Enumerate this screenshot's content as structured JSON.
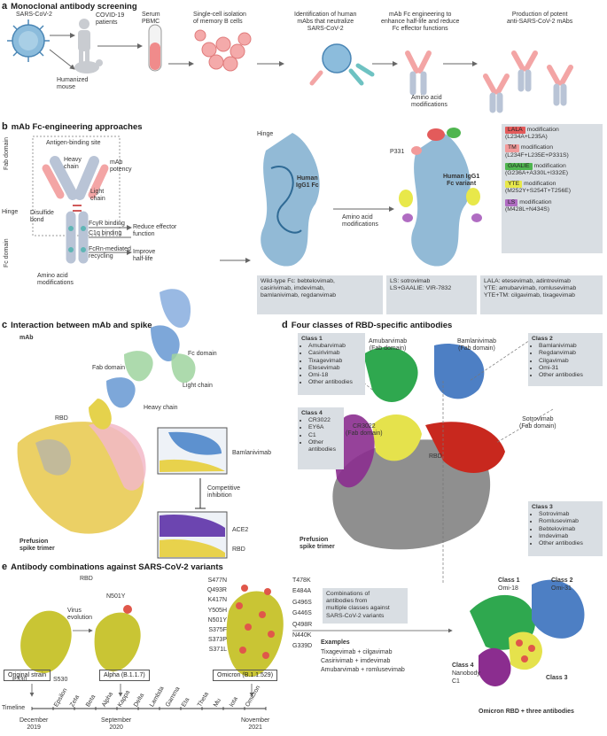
{
  "colors": {
    "virus": "#6ba3c9",
    "heavy_chain": "#b9c4d6",
    "light_chain": "#f3a5a5",
    "box_bg": "#d9dee3",
    "lala": "#e35b5b",
    "tm": "#f29a9a",
    "gaalie": "#4fb54f",
    "yte": "#e8e84a",
    "ls": "#b06cc2",
    "class1": "#2fa84f",
    "class2": "#4d7fc4",
    "class3": "#c8281e",
    "class4": "#8b2d8f",
    "rbd": "#e5e24c",
    "spike_gray": "#8f8f8f"
  },
  "panel_a": {
    "letter": "a",
    "title": "Monoclonal antibody screening",
    "sars": "SARS-CoV-2",
    "patients": "COVID-19\npatients",
    "mouse": "Humanized\nmouse",
    "serum": "Serum\nPBMC",
    "isolation": "Single-cell isolation\nof memory B cells",
    "identification": "Identification of human\nmAbs that neutralize\nSARS-CoV-2",
    "engineering": "mAb Fc engineering to\nenhance half-life and reduce\nFc effector functions",
    "amino": "Amino acid\nmodifications",
    "production": "Production of potent\nanti-SARS-CoV-2 mAbs"
  },
  "panel_b": {
    "letter": "b",
    "title": "mAb Fc-engineering approaches",
    "antigen_site": "Antigen-binding site",
    "fab_domain": "Fab domain",
    "heavy_chain": "Heavy\nchain",
    "mab_potency": "mAb\npotency",
    "light_chain": "Light\nchain",
    "hinge": "Hinge",
    "disulfide": "Disulfide\nbond",
    "fc_domain": "Fc domain",
    "fcyr": "FcγR binding",
    "c1q": "C1q binding",
    "fcrn": "FcRn-mediated\nrecycling",
    "reduce": "Reduce effector\nfunction",
    "improve": "Improve\nhalf-life",
    "amino_left": "Amino acid\nmodifications",
    "hinge2": "Hinge",
    "igg1_fc": "Human\nIgG1 Fc",
    "p331": "P331",
    "igg1_variant": "Human IgG1\nFc variant",
    "amino_mid": "Amino acid\nmodifications",
    "mods": [
      {
        "tag": "LALA",
        "text": " modification",
        "detail": "(L234A+L235A)"
      },
      {
        "tag": "TM",
        "text": " modification",
        "detail": "(L234F+L235E+P331S)"
      },
      {
        "tag": "GAALIE",
        "text": " modification",
        "detail": "(G236A+A330L+I332E)"
      },
      {
        "tag": "YTE",
        "text": " modification",
        "detail": "(M252Y+S254T+T256E)"
      },
      {
        "tag": "LS",
        "text": " modification",
        "detail": "(M428L+N434S)"
      }
    ],
    "wildtype": "Wild-type Fc: bebtelovimab,\ncasirivimab, imdevimab,\nbamlanivimab, regdanvimab",
    "ls_box": "LS: sotrovimab\nLS+GAALIE: VIR-7832",
    "lala_box": "LALA: etesevimab, adintrevimab\nYTE: amubarvimab, romlusevimab\nYTE+TM: cilgavimab, tixagevimab"
  },
  "panel_c": {
    "letter": "c",
    "title": "Interaction between mAb and spike",
    "mab": "mAb",
    "fc_domain": "Fc domain",
    "fab_domain": "Fab domain",
    "light_chain": "Light chain",
    "heavy_chain": "Heavy chain",
    "rbd": "RBD",
    "bamlanivimab": "Bamlanivimab",
    "competitive": "Competitive\ninhibition",
    "ace2": "ACE2",
    "rbd2": "RBD",
    "prefusion": "Prefusion\nspike trimer"
  },
  "panel_d": {
    "letter": "d",
    "title": "Four classes of RBD-specific antibodies",
    "class1": {
      "head": "Class 1",
      "items": [
        "Amubarvimab",
        "Casirivimab",
        "Tixagevimab",
        "Etesevimab",
        "Omi-18",
        "Other antibodies"
      ]
    },
    "class2": {
      "head": "Class 2",
      "items": [
        "Bamlanivimab",
        "Regdanvimab",
        "Cilgavimab",
        "Omi-31",
        "Other antibodies"
      ]
    },
    "class3": {
      "head": "Class 3",
      "items": [
        "Sotrovimab",
        "Romlusevimab",
        "Bebtelovimab",
        "Imdevimab",
        "Other antibodies"
      ]
    },
    "class4": {
      "head": "Class 4",
      "items": [
        "CR3022",
        "EY6A",
        "C1",
        "Other\nantibodies"
      ]
    },
    "amubarvimab": "Amubarvimab\n(Fab domain)",
    "bamlanivimab": "Bamlanivimab\n(Fab domain)",
    "cr3022": "CR3022\n(Fab domain)",
    "sotrovimab": "Sotrovimab\n(Fab domain)",
    "rbd": "RBD",
    "prefusion": "Prefusion\nspike trimer"
  },
  "panel_e": {
    "letter": "e",
    "title": "Antibody combinations against SARS-CoV-2 variants",
    "rbd": "RBD",
    "n501y": "N501Y",
    "virus_evolution": "Virus\nevolution",
    "p330": "P330",
    "s530": "S530",
    "mut_left": [
      "S477N",
      "Q493R",
      "K417N",
      "Y505H",
      "N501Y",
      "S375F",
      "S373P",
      "S371L"
    ],
    "mut_right": [
      "T478K",
      "E484A",
      "G496S",
      "G446S",
      "Q498R",
      "N440K",
      "G339D"
    ],
    "original": "Original strain",
    "alpha": "Alpha (B.1.1.7)",
    "omicron": "Omicron (B.1.1.529)",
    "timeline": "Timeline",
    "variants": [
      "Epsilon",
      "Zeta",
      "Beta",
      "Alpha",
      "Kappa",
      "Delta",
      "Lambda",
      "Gamma",
      "Eta",
      "Theta",
      "Mu",
      "Iota",
      "Omicron"
    ],
    "dates": [
      "December\n2019",
      "September\n2020",
      "November\n2021"
    ],
    "combos": "Combinations of\nantibodies from\nmultiple classes against\nSARS-CoV-2 variants",
    "examples_head": "Examples",
    "examples": [
      "Tixagevimab + cilgavimab",
      "Casirivimab + imdevimab",
      "Amubarvimab + romlusevimab"
    ],
    "class1": "Class 1",
    "omi18": "Omi-18",
    "class2": "Class 2",
    "omi31": "Omi-31",
    "class4": "Class 4",
    "nanobody": "Nanobody",
    "c1": "C1",
    "class3": "Class 3",
    "caption": "Omicron RBD + three antibodies"
  }
}
